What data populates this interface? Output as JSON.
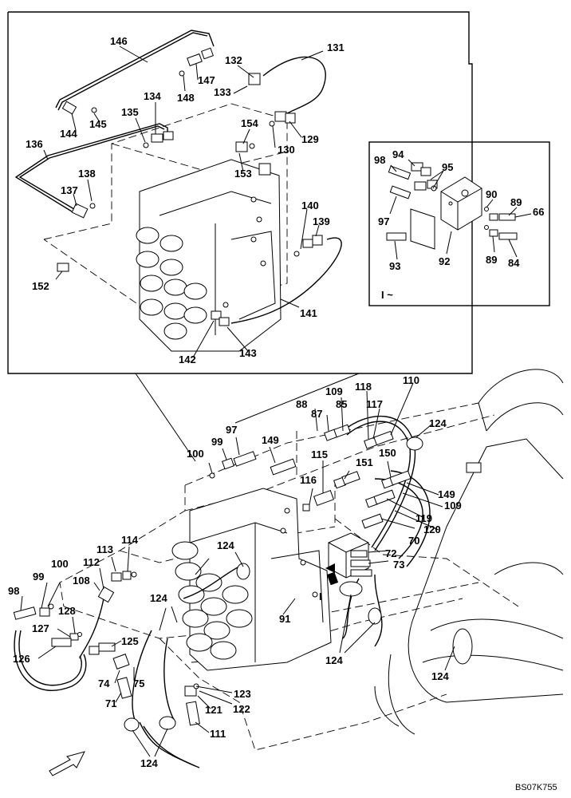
{
  "drawing_code": "BS07K755",
  "detail_marker": "I",
  "inset_detail": {
    "marker": "I ~",
    "callouts": [
      "98",
      "94",
      "95",
      "97",
      "93",
      "92",
      "90",
      "89",
      "66",
      "89",
      "84"
    ]
  },
  "upper_detail": {
    "callouts": [
      "146",
      "131",
      "132",
      "147",
      "133",
      "148",
      "134",
      "135",
      "144",
      "145",
      "136",
      "138",
      "137",
      "154",
      "129",
      "130",
      "153",
      "140",
      "139",
      "152",
      "141",
      "142",
      "143"
    ]
  },
  "main_assembly": {
    "callouts": [
      "110",
      "118",
      "109",
      "85",
      "117",
      "88",
      "87",
      "124",
      "97",
      "99",
      "149",
      "100",
      "151",
      "150",
      "115",
      "116",
      "149",
      "109",
      "119",
      "70",
      "120",
      "114",
      "113",
      "112",
      "124",
      "72",
      "73",
      "100",
      "99",
      "108",
      "98",
      "128",
      "127",
      "124",
      "125",
      "126",
      "74",
      "75",
      "91",
      "124",
      "124",
      "123",
      "121",
      "122",
      "71",
      "111",
      "124"
    ]
  }
}
